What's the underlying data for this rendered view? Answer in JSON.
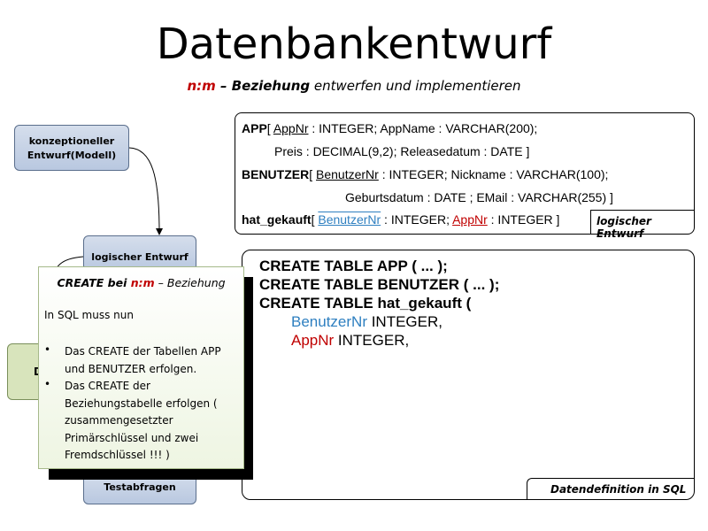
{
  "title": "Datenbankentwurf",
  "subtitle": {
    "red": "n:m",
    "bold": " – Beziehung",
    "rest": " entwerfen und implementieren"
  },
  "process": {
    "konzeptionell_line1": "konzeptioneller",
    "konzeptionell_line2": "Entwurf(Modell)",
    "logisch": "logischer Entwurf",
    "green_letter": "D",
    "testabfragen": "Testabfragen"
  },
  "schema": {
    "l1_name": "APP",
    "l1_open": "[ ",
    "l1_key": "AppNr",
    "l1_rest": " : INTEGER; AppName : VARCHAR(200);",
    "l2": "Preis : DECIMAL(9,2); Releasedatum : DATE ]",
    "l3_name": "BENUTZER",
    "l3_open": "[ ",
    "l3_key": "BenutzerNr",
    "l3_rest": " : INTEGER; Nickname : VARCHAR(100);",
    "l4": "Geburtsdatum : DATE ; EMail : VARCHAR(255) ]",
    "l5_name": "hat_gekauft",
    "l5_open": "[ ",
    "l5_key1": "BenutzerNr",
    "l5_mid": " : INTEGER; ",
    "l5_key2": "AppNr",
    "l5_rest": " : INTEGER ]",
    "tag": "logischer Entwurf"
  },
  "sql": {
    "line1": "CREATE TABLE APP ( ... );",
    "line2": "CREATE TABLE BENUTZER ( ... );",
    "line3": "CREATE TABLE hat_gekauft (",
    "line4_col": "BenutzerNr",
    "line4_rest": " INTEGER,",
    "line5_col": "AppNr",
    "line5_rest": " INTEGER,",
    "tag": "Datendefinition in SQL"
  },
  "note": {
    "head_a": "CREATE bei ",
    "head_red": "n:m",
    "head_b": " – Beziehung",
    "intro": "In SQL muss nun",
    "bullet_symbol": "•",
    "bullet1": "Das CREATE der Tabellen APP und BENUTZER erfolgen.",
    "bullet2": "Das CREATE der Beziehungstabelle erfolgen ( zusammengesetzter Primärschlüssel und zwei Fremdschlüssel  !!! )"
  },
  "colors": {
    "red": "#c00000",
    "blue": "#2e7fc0",
    "process_fill": "#c7d3e8",
    "green_fill": "#d8e4bc"
  }
}
